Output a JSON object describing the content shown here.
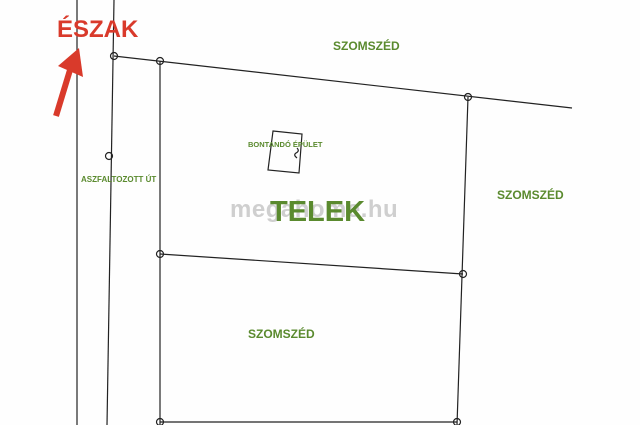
{
  "north_label": "ÉSZAK",
  "labels": {
    "neighbor_top": "SZOMSZÉD",
    "neighbor_right": "SZOMSZÉD",
    "neighbor_bottom": "SZOMSZÉD",
    "road": "ASZFALTOZOTT ÚT",
    "building": "BONTANDÓ ÉPÜLET",
    "plot": "TELEK"
  },
  "watermark": "megahome.hu",
  "colors": {
    "north": "#d93a2b",
    "label": "#5a8a2e",
    "lines": "#222222"
  }
}
